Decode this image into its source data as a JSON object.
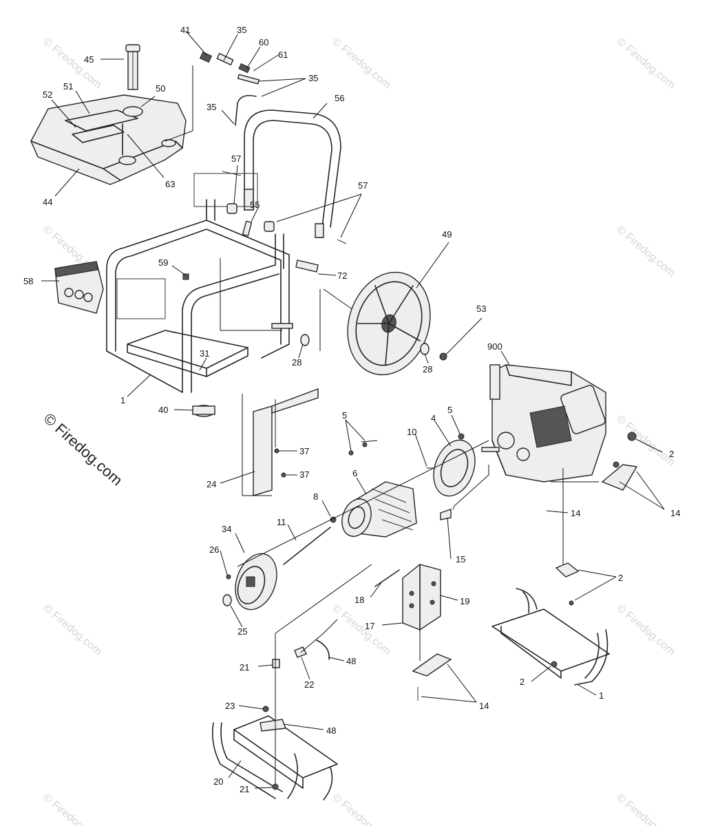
{
  "watermark": {
    "text": "© Firedog.com",
    "color": "#d4d4d4"
  },
  "callouts": {
    "c45": "45",
    "c41": "41",
    "c35a": "35",
    "c60": "60",
    "c61": "61",
    "c35b": "35",
    "c52": "52",
    "c51": "51",
    "c50": "50",
    "c35c": "35",
    "c56": "56",
    "c63": "63",
    "c44": "44",
    "c57a": "57",
    "c57b": "57",
    "c55": "55",
    "c49": "49",
    "c59": "59",
    "c58": "58",
    "c72": "72",
    "c53": "53",
    "c900": "900",
    "c28a": "28",
    "c28b": "28",
    "c31": "31",
    "c1a": "1",
    "c40": "40",
    "c5a": "5",
    "c5b": "5",
    "c10": "10",
    "c4": "4",
    "c2a": "2",
    "c37a": "37",
    "c37b": "37",
    "c24": "24",
    "c6": "6",
    "c14a": "14",
    "c14b": "14",
    "c34": "34",
    "c11": "11",
    "c8": "8",
    "c26": "26",
    "c15": "15",
    "c2b": "2",
    "c18": "18",
    "c19": "19",
    "c25": "25",
    "c17": "17",
    "c1b": "1",
    "c21a": "21",
    "c22": "22",
    "c48a": "48",
    "c2c": "2",
    "c14c": "14",
    "c23": "23",
    "c48b": "48",
    "c20": "20",
    "c21b": "21"
  }
}
